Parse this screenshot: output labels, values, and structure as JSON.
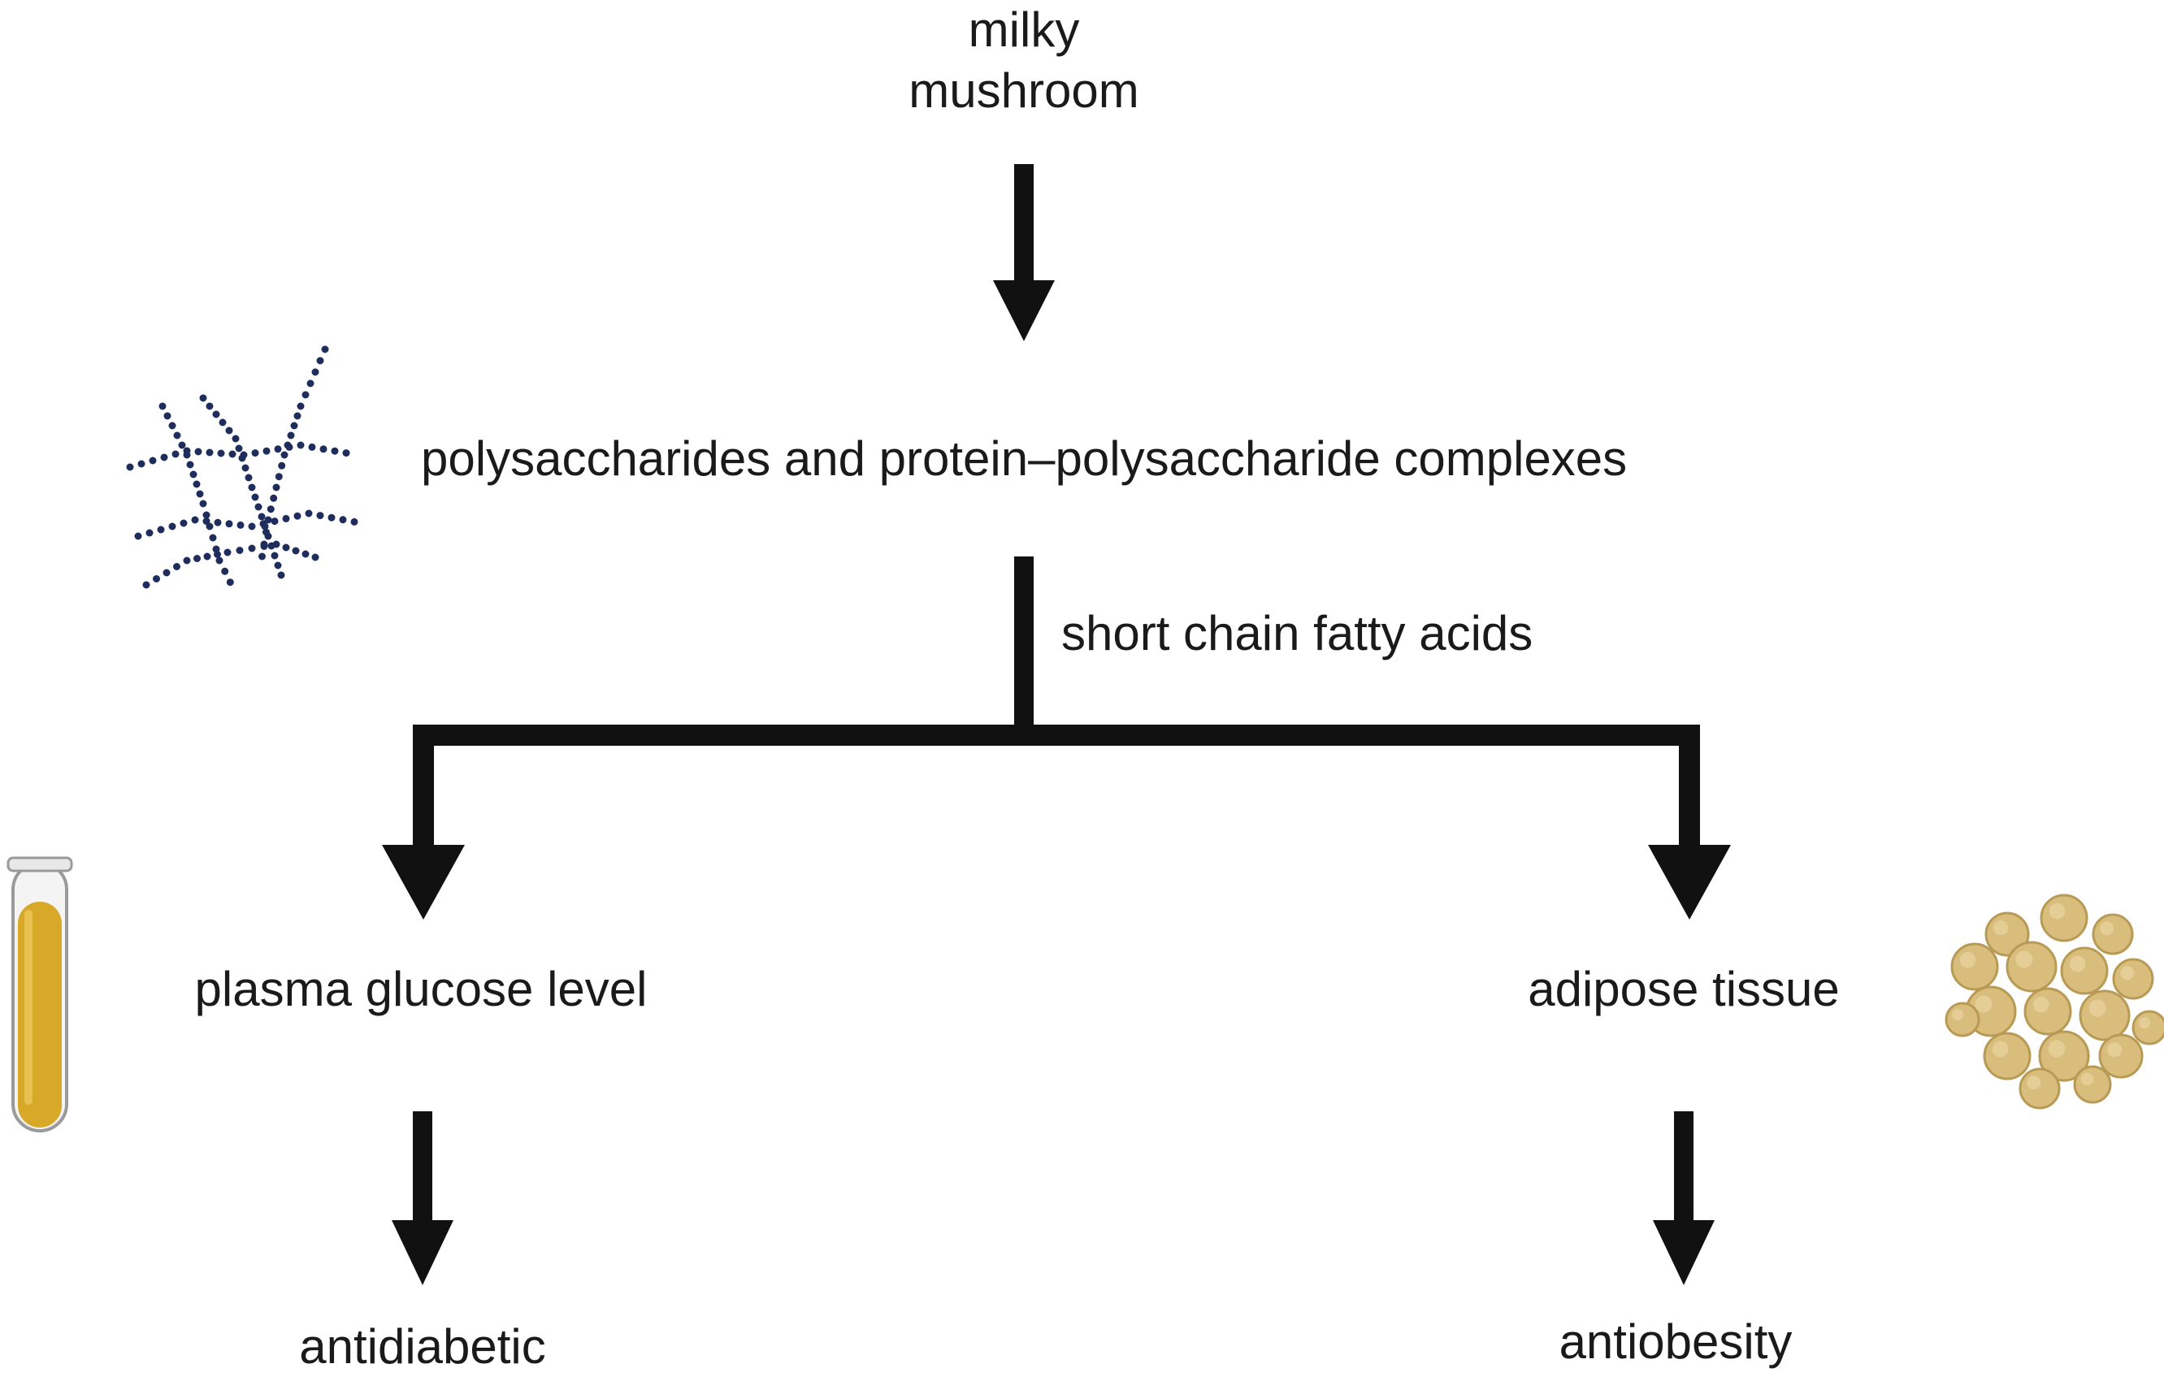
{
  "nodes": {
    "source_line1": "milky",
    "source_line2": "mushroom",
    "compounds": "polysaccharides and protein–polysaccharide complexes",
    "mediator": "short chain fatty acids",
    "left_target": "plasma glucose level",
    "right_target": "adipose tissue",
    "left_outcome": "antidiabetic",
    "right_outcome": "antiobesity"
  },
  "icons": {
    "polymer": "polysaccharide-chain-icon",
    "tube": "blood-plasma-test-tube-icon",
    "fat": "adipose-cells-icon"
  },
  "colors": {
    "arrow": "#111111",
    "polymer": "#1f2d5c",
    "plasma": "#d8a928",
    "fat": "#d9bd7c"
  }
}
